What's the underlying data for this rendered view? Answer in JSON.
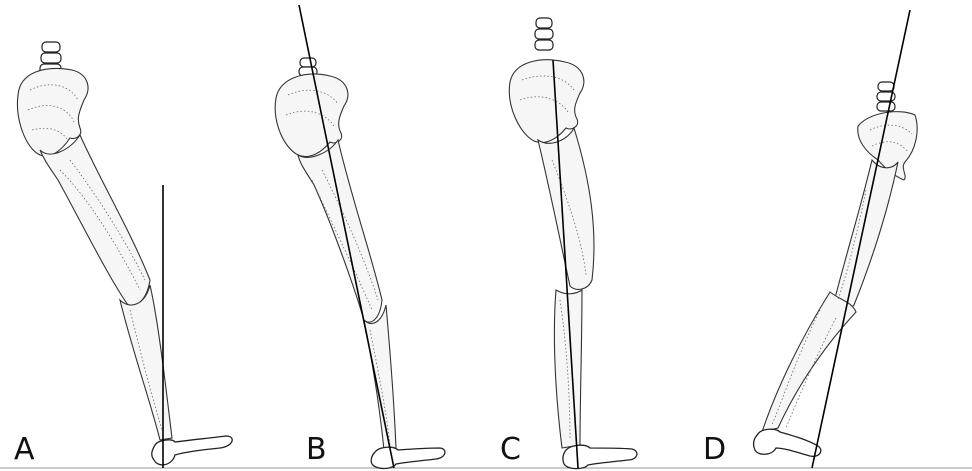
{
  "panels": [
    {
      "id": "A",
      "label": "A"
    },
    {
      "id": "B",
      "label": "B"
    },
    {
      "id": "C",
      "label": "C"
    },
    {
      "id": "D",
      "label": "D"
    }
  ],
  "line_color": "#000000",
  "figure_color": "#222222"
}
